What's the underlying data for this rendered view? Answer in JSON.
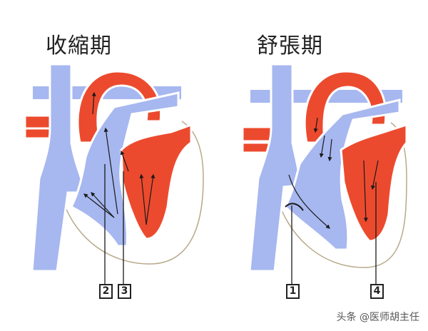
{
  "diagram": {
    "panels": [
      {
        "id": "left",
        "title": "收縮期",
        "labels": [
          "2",
          "3"
        ]
      },
      {
        "id": "right",
        "title": "舒張期",
        "labels": [
          "1",
          "4"
        ]
      }
    ],
    "colors": {
      "venous": "#a7b7ef",
      "arterial": "#ec4a2e",
      "outline": "#b8a98a",
      "arrow": "#1a1a1a"
    }
  },
  "watermark": "头条 @医师胡主任"
}
